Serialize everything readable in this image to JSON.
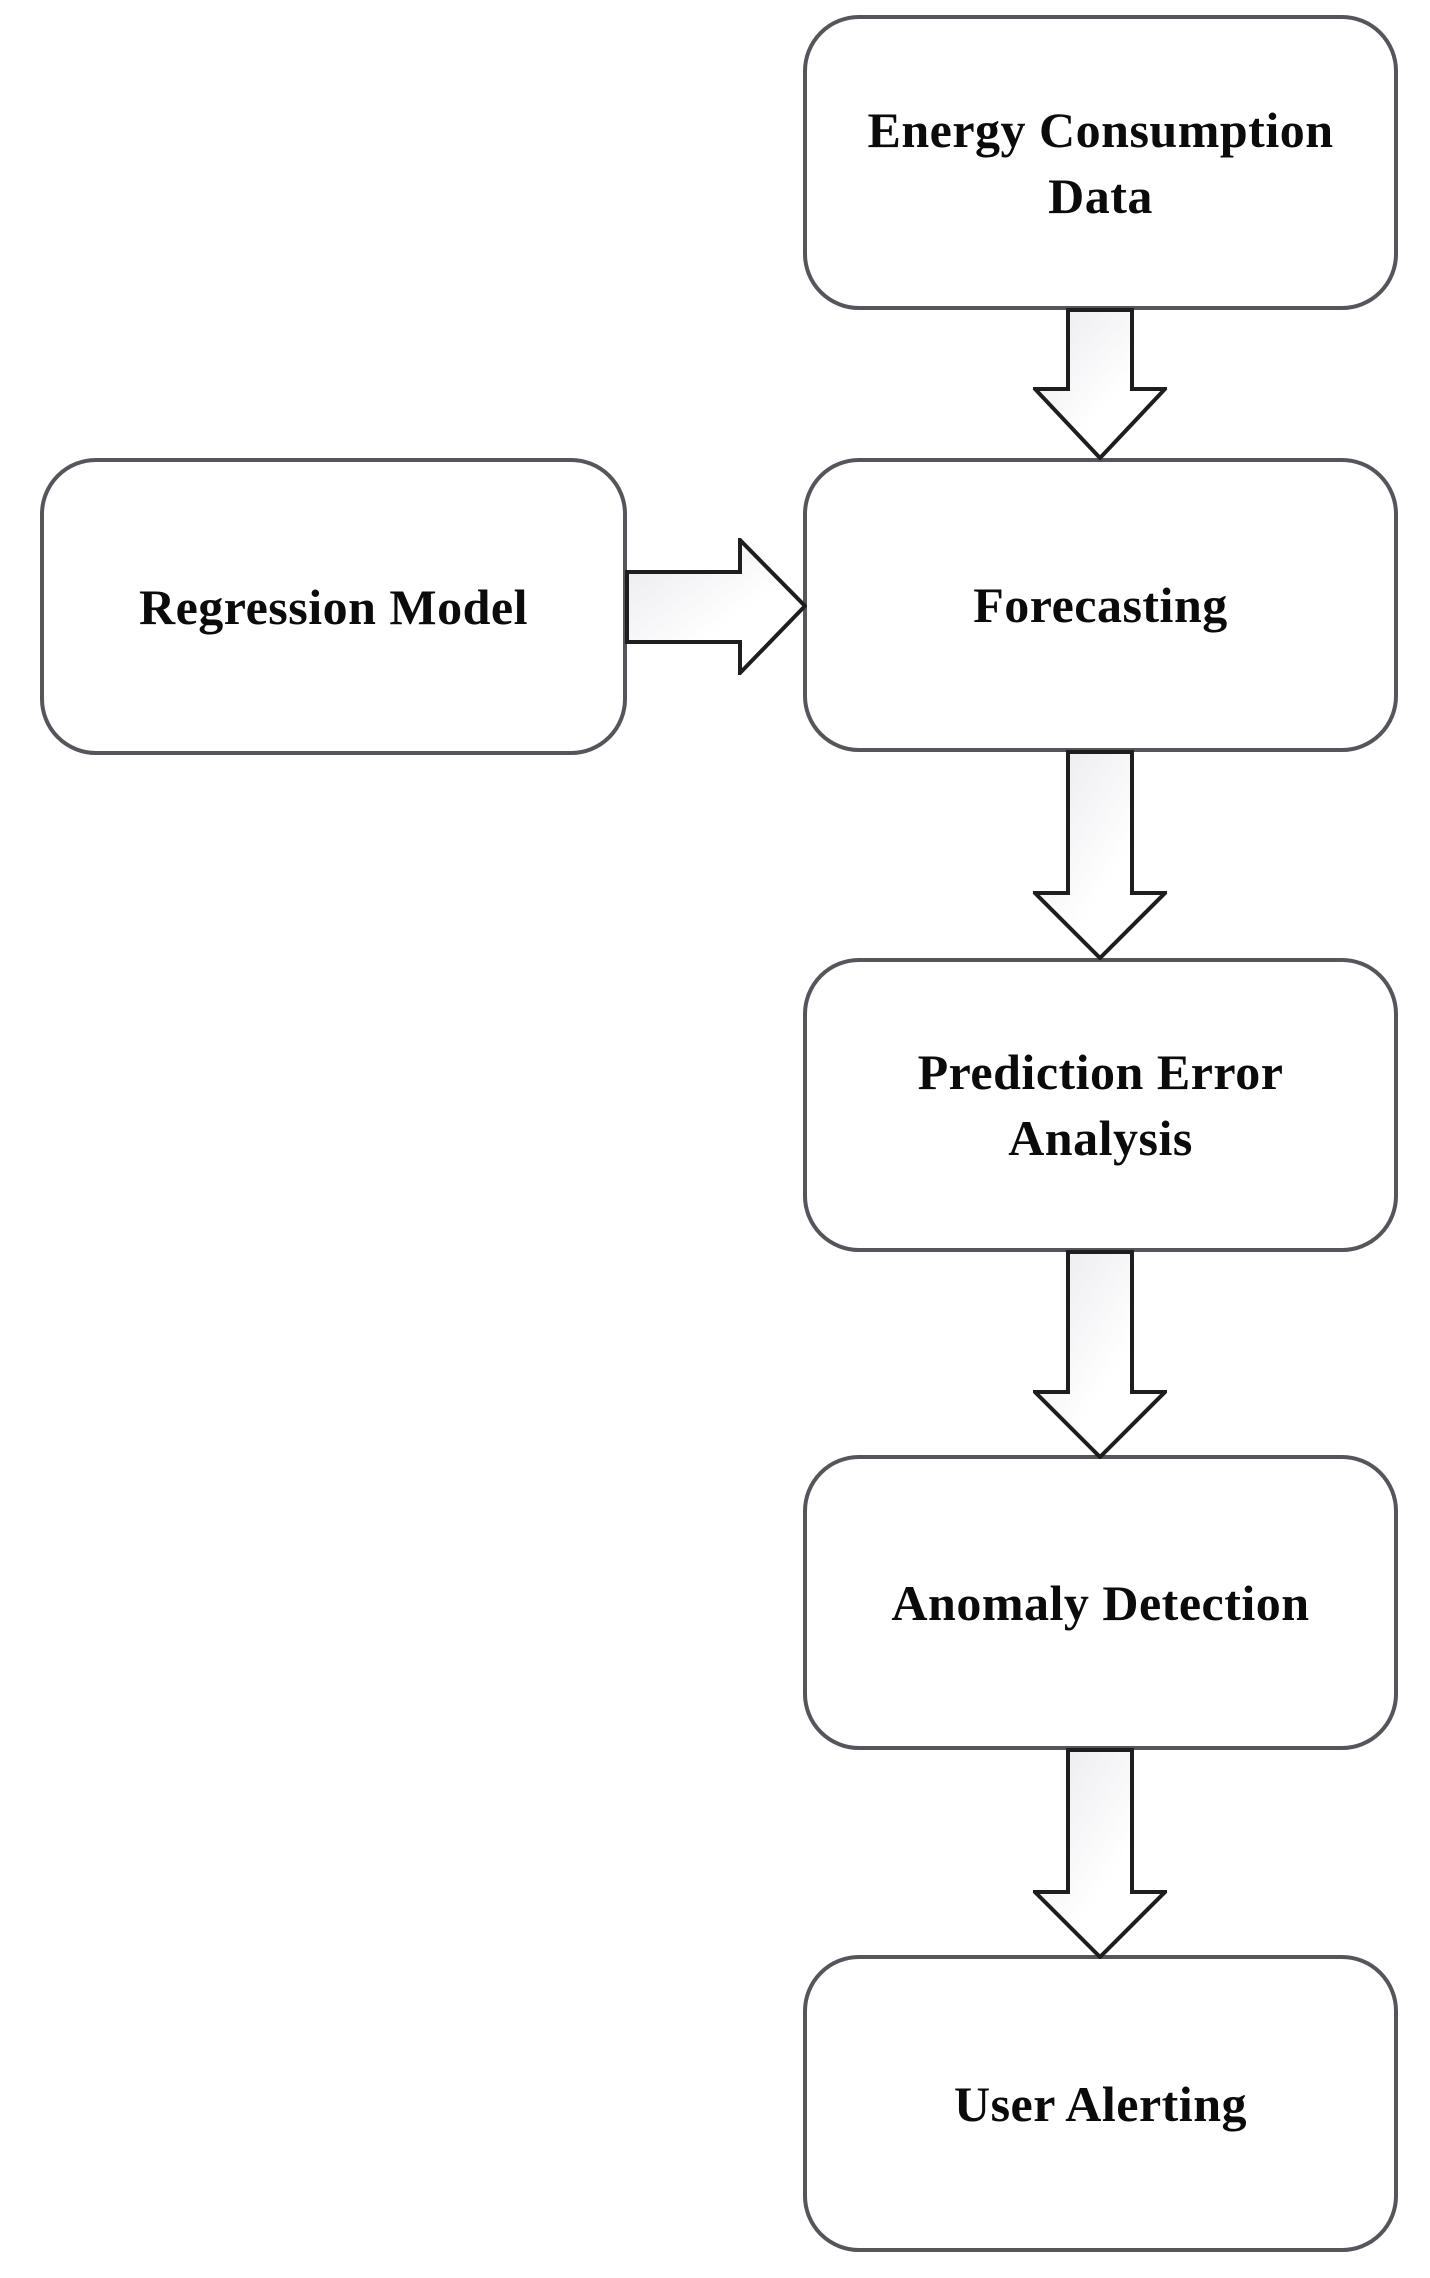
{
  "diagram_type": "flowchart",
  "colors": {
    "background": "#ffffff",
    "node_fill": "#ffffff",
    "node_border": "#55555c",
    "text": "#0b0b0b",
    "arrow_outline": "#1e1e1e",
    "arrow_fill_start": "#e9e9ee",
    "arrow_fill_end": "#ffffff"
  },
  "nodes": {
    "energy": {
      "label": "Energy Consumption Data"
    },
    "regression": {
      "label": "Regression Model"
    },
    "forecasting": {
      "label": "Forecasting"
    },
    "prediction": {
      "label": "Prediction Error Analysis"
    },
    "anomaly": {
      "label": "Anomaly Detection"
    },
    "alerting": {
      "label": "User Alerting"
    }
  },
  "edges": [
    {
      "from": "Energy Consumption Data",
      "to": "Forecasting",
      "direction": "down"
    },
    {
      "from": "Regression Model",
      "to": "Forecasting",
      "direction": "right"
    },
    {
      "from": "Forecasting",
      "to": "Prediction Error Analysis",
      "direction": "down"
    },
    {
      "from": "Prediction Error Analysis",
      "to": "Anomaly Detection",
      "direction": "down"
    },
    {
      "from": "Anomaly Detection",
      "to": "User Alerting",
      "direction": "down"
    }
  ]
}
